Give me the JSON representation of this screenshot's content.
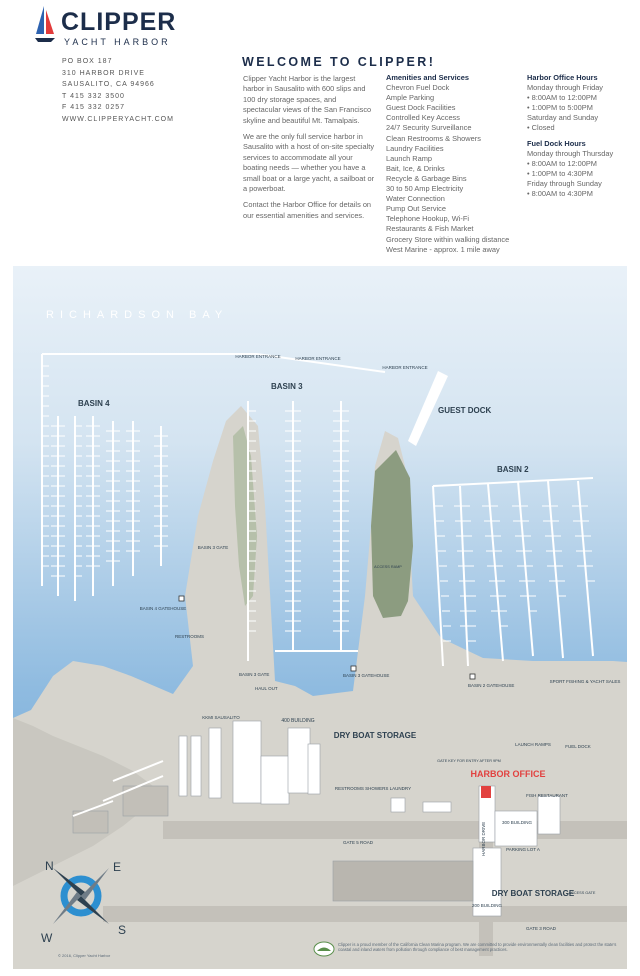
{
  "header": {
    "brand": "CLIPPER",
    "brand_sub": "YACHT HARBOR",
    "contact": [
      "PO BOX 187",
      "310 HARBOR DRIVE",
      "SAUSALITO, CA 94966",
      "T 415 332 3500",
      "F 415 332 0257",
      "WWW.CLIPPERYACHT.COM"
    ]
  },
  "welcome": {
    "title": "WELCOME TO CLIPPER!",
    "paragraphs": [
      "Clipper Yacht Harbor is the largest harbor in Sausalito with 600 slips and 100 dry storage spaces, and spectacular views of the San Francisco skyline and beautiful Mt. Tamalpais.",
      "We are the only full service harbor in Sausalito with a host of on-site specialty services to accommodate all your boating needs — whether you have a small boat or a large yacht, a sailboat or a powerboat.",
      "Contact the Harbor Office for details on our essential amenities and services."
    ]
  },
  "amenities": {
    "heading": "Amenities and Services",
    "items": [
      "Chevron Fuel Dock",
      "Ample Parking",
      "Guest Dock Facilities",
      "Controlled Key Access",
      "24/7 Security Surveillance",
      "Clean Restrooms & Showers",
      "Laundry Facilities",
      "Launch Ramp",
      "Bait, Ice, & Drinks",
      "Recycle & Garbage Bins",
      "30 to 50 Amp Electricity",
      "Water Connection",
      "Pump Out Service",
      "Telephone Hookup, Wi-Fi",
      "Restaurants & Fish Market",
      "Grocery Store within walking distance",
      "West Marine - approx. 1 mile away"
    ]
  },
  "office_hours": {
    "heading": "Harbor Office Hours",
    "lines": [
      "Monday through Friday",
      "• 8:00AM to 12:00PM",
      "• 1:00PM to 5:00PM",
      "Saturday and Sunday",
      "• Closed"
    ]
  },
  "fuel_hours": {
    "heading": "Fuel Dock Hours",
    "lines": [
      "Monday through Thursday",
      "• 8:00AM to 12:00PM",
      "• 1:00PM to 4:30PM",
      "Friday through Sunday",
      "• 8:00AM to 4:30PM"
    ]
  },
  "map": {
    "colors": {
      "water_top": "#e9f1f8",
      "water_bottom": "#6fa8d6",
      "land": "#d4d2cb",
      "grass": "#8c9c80",
      "road": "#c2bfb8",
      "dock": "#ffffff",
      "building": "#ffffff",
      "office": "#e2413f",
      "text": "#2e4150"
    },
    "bay_label": "RICHARDSON BAY",
    "labels": {
      "harbor_entrance": "HARBOR ENTRANCE",
      "basin1": "BASIN 4",
      "basin3": "BASIN 3",
      "basin2": "BASIN 2",
      "guest_dock": "GUEST DOCK",
      "basin3_gate": "BASIN 3 GATE",
      "basin4_gatehouse": "BASIN 4 GATEHOUSE",
      "restrooms": "RESTROOMS",
      "basin3_gate_b": "BASIN 3 GATE",
      "haul_out": "HAUL OUT",
      "basin3_gatehouse": "BASIN 3 GATEHOUSE",
      "basin2_gatehouse": "BASIN 2 GATEHOUSE",
      "sport_fishing": "SPORT FISHING & YACHT SALES",
      "kkmi": "KKMI SAUSALITO",
      "building400": "400 BUILDING",
      "dry_storage": "DRY BOAT STORAGE",
      "launch_ramps": "LAUNCH RAMPS",
      "fuel_dock": "FUEL DOCK",
      "rest_showers": "RESTROOMS SHOWERS LAUNDRY",
      "gate_key": "GATE KEY FOR ENTRY AFTER 9PM",
      "harbor_office": "HARBOR OFFICE",
      "fish_restaurant": "FISH RESTAURANT",
      "building300": "300 BUILDING",
      "gate5": "GATE 5 ROAD",
      "parking_a": "PARKING LOT A",
      "harbor_drive": "HARBOR DRIVE",
      "dry_storage2": "DRY BOAT STORAGE",
      "access_gate": "ACCESS GATE",
      "building200": "200 BUILDING",
      "gate3": "GATE 3 ROAD",
      "access_ramp": "ACCESS RAMP"
    },
    "compass": {
      "n": "N",
      "e": "E",
      "s": "S",
      "w": "W"
    },
    "copyright": "© 2016, Clipper Yacht Harbor",
    "clean_marina": "Clipper is a proud member of the California Clean Marina program. We are committed to provide environmentally clean facilities and protect the state's coastal and inland waters from pollution through compliance of best management practices."
  }
}
